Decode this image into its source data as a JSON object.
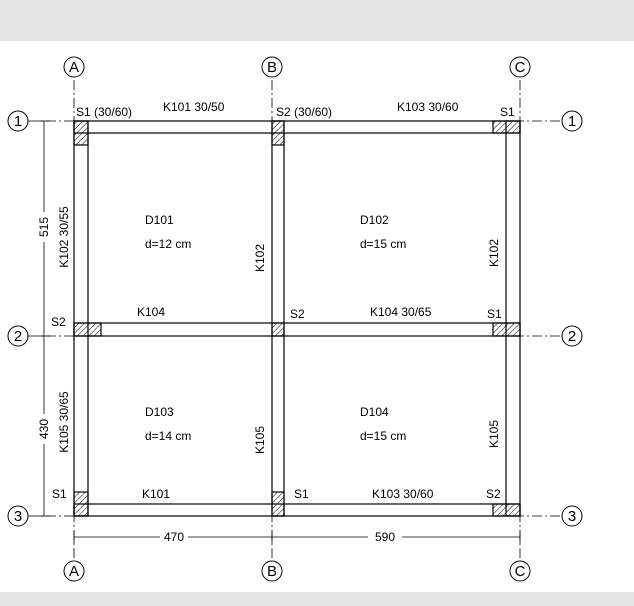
{
  "axes": {
    "columns": [
      "A",
      "B",
      "C"
    ],
    "rows": [
      "1",
      "2",
      "3"
    ]
  },
  "columns": {
    "top_left": "S1 (30/60)",
    "top_mid": "S2 (30/60)",
    "top_right": "S1",
    "mid_left": "S2",
    "mid_mid": "S2",
    "mid_right": "S1",
    "bot_left": "S1",
    "bot_mid": "S1",
    "bot_right": "S2"
  },
  "beams": {
    "k101_top": "K101 30/50",
    "k103_top": "K103 30/60",
    "k104_left": "K104",
    "k104_right": "K104 30/65",
    "k101_bot": "K101",
    "k103_bot": "K103 30/60",
    "k102_left": "K102 30/55",
    "k102_mid": "K102",
    "k102_right": "K102",
    "k105_left": "K105 30/65",
    "k105_mid": "K105",
    "k105_right": "K105"
  },
  "slabs": [
    {
      "name": "D101",
      "thickness": "d=12 cm"
    },
    {
      "name": "D102",
      "thickness": "d=15 cm"
    },
    {
      "name": "D103",
      "thickness": "d=14 cm"
    },
    {
      "name": "D104",
      "thickness": "d=15 cm"
    }
  ],
  "dimensions": {
    "span_ab": "470",
    "span_bc": "590",
    "span_12": "515",
    "span_23": "430"
  }
}
